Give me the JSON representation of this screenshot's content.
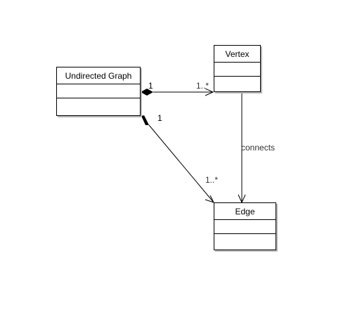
{
  "classes": {
    "undirected_graph": {
      "name": "Undirected Graph"
    },
    "vertex": {
      "name": "Vertex"
    },
    "edge": {
      "name": "Edge"
    }
  },
  "associations": {
    "graph_vertex": {
      "source_multiplicity": "1",
      "target_multiplicity": "1..*",
      "kind": "composition"
    },
    "graph_edge": {
      "source_multiplicity": "1",
      "target_multiplicity": "1..*",
      "kind": "composition"
    },
    "vertex_edge": {
      "label": "connects",
      "kind": "directed-association"
    }
  },
  "colors": {
    "line": "#000000",
    "shadow": "#b8b8b8",
    "background": "#ffffff"
  }
}
